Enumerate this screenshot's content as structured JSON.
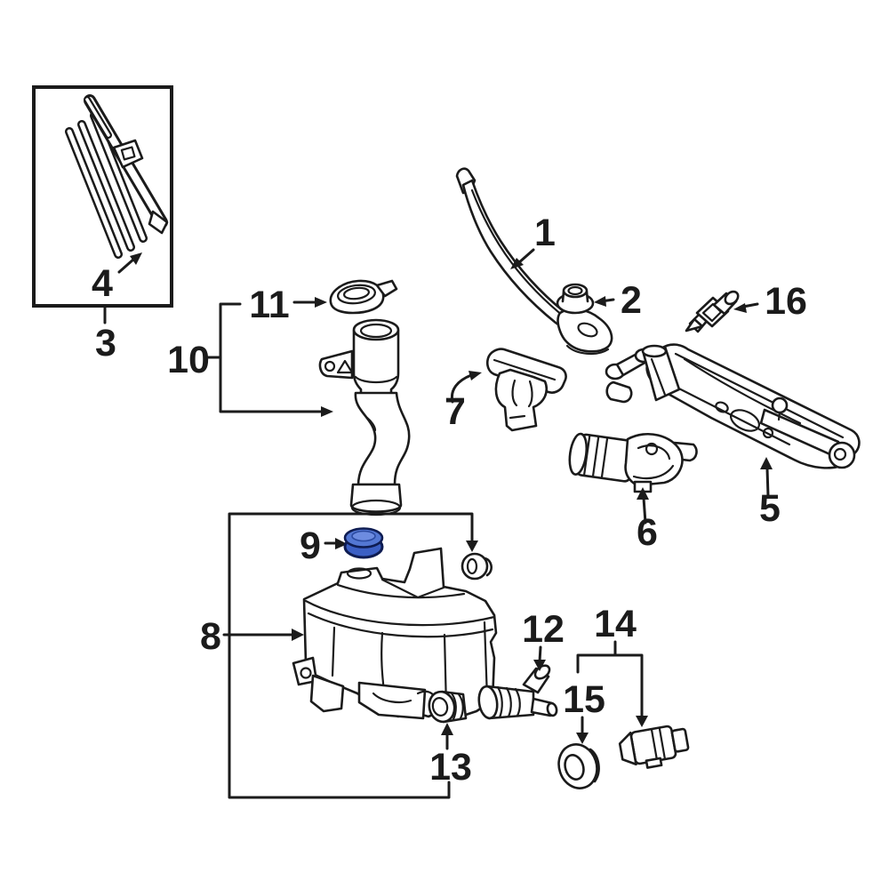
{
  "diagram": {
    "type": "parts-diagram",
    "subject": "windshield wiper and washer system exploded parts view",
    "colors": {
      "background": "#ffffff",
      "line": "#1b1b1b",
      "highlight_outline": "#0e1c52",
      "highlight_side": "#3b5fc4",
      "highlight_top": "#5377d3",
      "highlight_inner": "#6d8ce0"
    },
    "highlighted_part": "9",
    "callouts": [
      {
        "label": "1"
      },
      {
        "label": "2"
      },
      {
        "label": "3"
      },
      {
        "label": "4"
      },
      {
        "label": "5"
      },
      {
        "label": "6"
      },
      {
        "label": "7"
      },
      {
        "label": "8"
      },
      {
        "label": "9"
      },
      {
        "label": "10"
      },
      {
        "label": "11"
      },
      {
        "label": "12"
      },
      {
        "label": "13"
      },
      {
        "label": "14"
      },
      {
        "label": "15"
      },
      {
        "label": "16"
      }
    ]
  }
}
